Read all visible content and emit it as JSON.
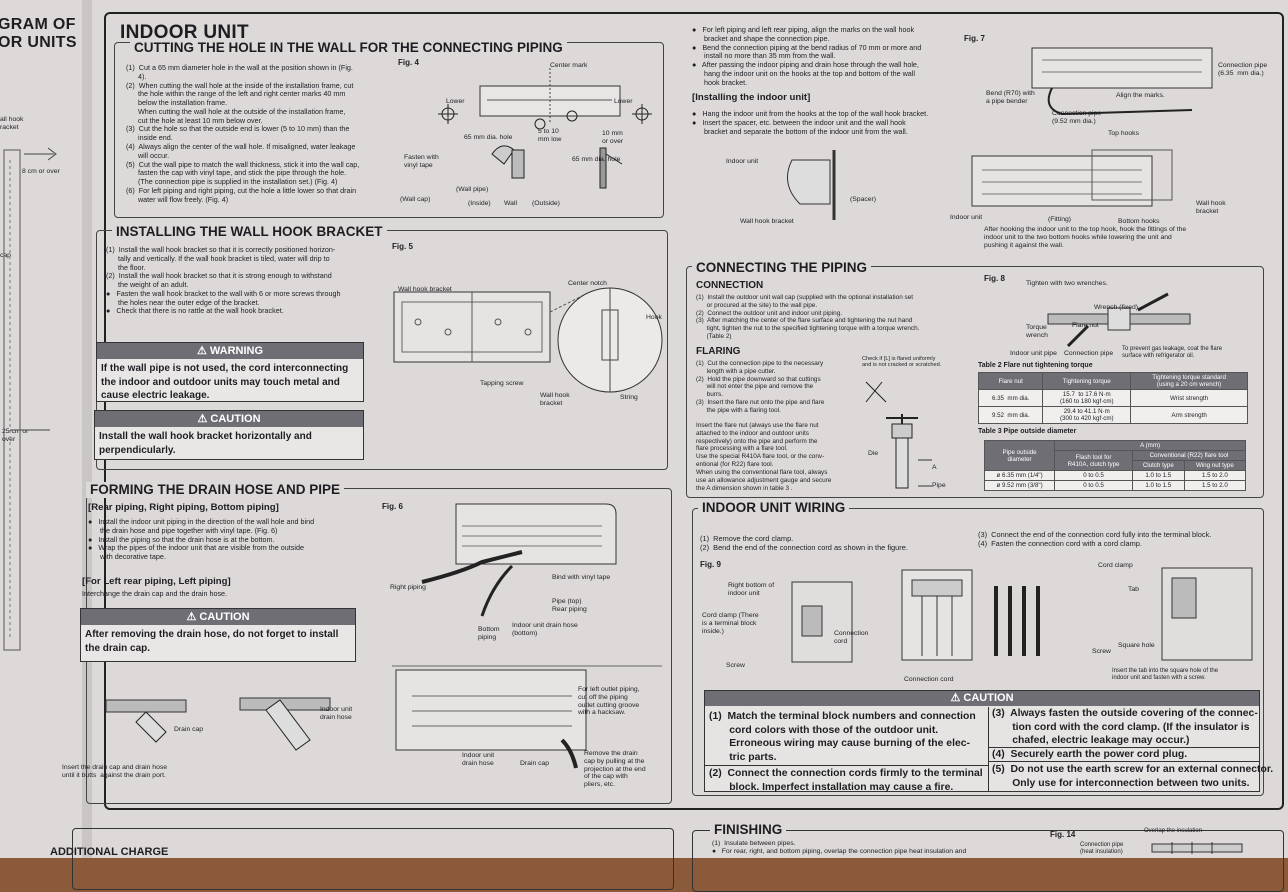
{
  "left_strip": {
    "title_l1": "GRAM OF",
    "title_l2": "OR UNITS",
    "lbl_hook": "all hook\nracket",
    "lbl_8cm": "8 cm or over",
    "lbl_25cm": "25 cm or\nover",
    "lbl_cap": "cap"
  },
  "indoor": {
    "title": "INDOOR UNIT",
    "cutting": {
      "heading": "CUTTING THE HOLE IN THE WALL FOR THE CONNECTING PIPING",
      "text": "(1)  Cut a 65 mm diameter hole in the wall at the position shown in (Fig.\n      4).\n(2)  When cutting the wall hole at the inside of the installation frame, cut\n      the hole within the range of the left and right center marks 40 mm\n      below the installation frame.\n      When cutting the wall hole at the outside of the installation frame,\n      cut the hole at least 10 mm below over.\n(3)  Cut the hole so that the outside end is lower (5 to 10 mm) than the\n      inside end.\n(4)  Always align the center of the wall hole. If misaligned, water leakage\n      will occur.\n(5)  Cut the wall pipe to match the wall thickness, stick it into the wall cap,\n      fasten the cap with vinyl tape, and stick the pipe through the hole.\n      (The connection pipe is supplied in the installation set.) (Fig. 4)\n(6)  For left piping and right piping, cut the hole a little lower so that drain\n      water will flow freely. (Fig. 4)",
      "fig": "Fig. 4",
      "labels": {
        "center_mark": "Center mark",
        "lower_l": "Lower",
        "lower_r": "Lower",
        "dia_65": "65 mm dia. hole",
        "five_ten": "5 to 10\nmm low",
        "ten_mm": "10 mm\nor over",
        "dia_65b": "65 mm dia. hole",
        "fasten": "Fasten with\nvinyl tape",
        "wall_pipe": "(Wall pipe)",
        "wall_cap": "(Wall cap)",
        "inside": "(Inside)",
        "wall": "Wall",
        "outside": "(Outside)"
      }
    },
    "hook": {
      "heading": "INSTALLING THE WALL HOOK BRACKET",
      "text": "(1)  Install the wall hook bracket so that it is correctly positioned horizon-\n      tally and vertically. If the wall hook bracket is tiled, water will drip to\n      the floor.\n(2)  Install the wall hook bracket so that it is strong enough to withstand\n      the weight of an adult.\n●   Fasten the wall hook bracket to the wall with 6 or more screws through\n      the holes near the outer edge of the bracket.\n●   Check that there is no rattle at the wall hook bracket.",
      "warning_head": "⚠ WARNING",
      "warning_body": "If the wall pipe is not used, the cord interconnecting\nthe indoor and outdoor units may touch metal and\ncause electric leakage.",
      "caution_head": "⚠ CAUTION",
      "caution_body": "Install the wall hook bracket horizontally and\nperpendicularly.",
      "fig": "Fig. 5",
      "labels": {
        "bracket": "Wall hook bracket",
        "center_notch": "Center notch",
        "hook": "Hook",
        "tapping": "Tapping screw",
        "wall_hook": "Wall hook\nbracket",
        "string": "String"
      }
    },
    "drain": {
      "heading": "FORMING THE DRAIN HOSE AND PIPE",
      "sub1": "[Rear piping, Right piping, Bottom piping]",
      "text1": "●   Install the indoor unit piping in the direction of the wall hole and bind\n      the drain hose and pipe together with vinyl tape. (Fig. 6)\n●   Install the piping so that the drain hose is at the bottom.\n●   Wrap the pipes of the indoor unit that are visible from the outside\n      with decorative tape.",
      "sub2": "[For Left rear piping, Left piping]",
      "text2": "Interchange the drain cap and the drain hose.",
      "caution_head": "⚠ CAUTION",
      "caution_body": "After removing the drain hose, do not forget to install\nthe drain cap.",
      "fig": "Fig. 6",
      "labels": {
        "right_piping": "Right piping",
        "bind": "Bind with vinyl tape",
        "pipe_top": "Pipe (top)\nRear piping",
        "bottom": "Bottom\npiping",
        "drain_hose": "Indoor unit drain hose\n(bottom)",
        "drain_cap": "Drain cap",
        "indoor_drain": "Indoor unit\ndrain hose",
        "insert": "Insert the drain cap and drain hose\nuntil it butts  against the drain port.",
        "indoor_drain2": "Indoor unit\ndrain hose",
        "drain_cap2": "Drain cap",
        "left_outlet": "For left outlet piping,\ncut off the piping\noutlet cutting groove\nwith a hacksaw.",
        "remove": "Remove the drain\ncap by pulling at the\nprojection at the end\nof the cap with\npliers, etc."
      }
    }
  },
  "right": {
    "top_text": "●   For left piping and left rear piping, align the marks on the wall hook\n      bracket and shape the connection pipe.\n●   Bend the connection piping at the bend radius of 70 mm or more and\n      install no more than 35 mm from the wall.\n●   After passing the indoor piping and drain hose through the wall hole,\n      hang the indoor unit on the hooks at the top and bottom of the wall\n      hook bracket.",
    "fig7": "Fig. 7",
    "fig7_labels": {
      "conn_pipe": "Connection pipe\n(6.35  mm dia.)",
      "bend": "Bend (R70) with\na pipe bender",
      "align": "Align the marks.",
      "conn_pipe2": "Connection pipe\n(9.52 mm dia.)"
    },
    "install_head": "[Installing the indoor unit]",
    "install_text": "●   Hang the indoor unit from the hooks at the top of the wall hook bracket.\n●   Insert the spacer, etc. between the indoor unit and the wall hook\n      bracket and separate the bottom of the indoor unit from the wall.",
    "install_labels": {
      "indoor_unit": "Indoor unit",
      "spacer": "(Spacer)",
      "bracket": "Wall hook bracket",
      "top_hooks": "Top hooks",
      "indoor_unit2": "Indoor unit",
      "fitting": "(Fitting)",
      "bottom_hooks": "Bottom hooks",
      "wall_hook": "Wall hook\nbracket",
      "after": "After hooking the indoor unit to the top hook, hook the fittings of the\nindoor unit to the two bottom hooks while lowering the unit and\npushing it against the wall."
    },
    "piping": {
      "heading": "CONNECTING THE PIPING",
      "conn_head": "CONNECTION",
      "conn_text": "(1)  Install the outdoor unit wall cap (supplied with the optional installation set\n      or procured at the site) to the wall pipe.\n(2)  Connect the outdoor unit and indoor unit piping.\n(3)  After matching the center of the flare surface and tightening the nut hand\n      tight, tighten the nut to the specified tightening torque with a torque wrench.\n      (Table 2)",
      "fig8": "Fig. 8",
      "fig8_labels": {
        "two_wrenches": "Tighten with two wrenches.",
        "wrench_fixed": "Wrench (fixed)",
        "torque": "Torque\nwrench",
        "flare_nut": "Flare nut",
        "indoor_pipe": "Indoor unit pipe",
        "conn_pipe": "Connection pipe",
        "prevent": "To prevent gas leakage, coat the flare\nsurface with refrigerator oil."
      },
      "flaring_head": "FLARING",
      "flaring_text": "(1)  Cut the connection pipe to the necessary\n      length with a pipe cutter.\n(2)  Hold the pipe downward so that cuttings\n      will not enter the pipe and remove the\n      burrs.\n(3)  Insert the flare nut onto the pipe and flare\n      the pipe with a flaring tool.",
      "flaring_text2": "Insert the flare nut (always use the flare nut\nattached to the indoor and outdoor units\nrespectively) onto the pipe and perform the\nflare processing with a flare tool.\nUse the special R410A flare tool, or the conv-\nentional (for R22) flare tool.\nWhen using the conventional flare tool, always\nuse an allowance adjustment gauge and secure\nthe A dimension shown in table 3 .",
      "check": "Check if [L] is flared uniformly\nand is not cracked or scratched.",
      "die": "Die",
      "pipe": "Pipe",
      "a": "A",
      "table2_title": "Table 2   Flare nut tightening torque",
      "table2_header": [
        "Flare nut",
        "Tightening torque",
        "Tightening torque standard\n(using a 20 cm wrench)"
      ],
      "table2_rows": [
        [
          "6.35  mm dia.",
          "15.7  to 17.6 N·m\n(160 to 180 kgf·cm)",
          "Wrist strength"
        ],
        [
          "9.52  mm dia.",
          "29.4 to 41.1 N·m\n(300 to 420 kgf·cm)",
          "Arm strength"
        ]
      ],
      "table3_title": "Table 3   Pipe outside diameter",
      "table3_header_a": "A (mm)",
      "table3_header": [
        "Pipe outside\ndiameter",
        "Flash tool for\nR410A, clutch type",
        "Conventional (R22) flare tool",
        "Clutch type",
        "Wing nut type"
      ],
      "table3_rows": [
        [
          "ø 6.35 mm (1/4\")",
          "0 to 0.5",
          "1.0 to 1.5",
          "1.5 to 2.0"
        ],
        [
          "ø 9.52 mm (3/8\")",
          "0 to 0.5",
          "1.0 to 1.5",
          "1.5 to 2.0"
        ]
      ]
    },
    "wiring": {
      "heading": "INDOOR UNIT WIRING",
      "text_l": "(1)  Remove the cord clamp.\n(2)  Bend the end of the connection cord as shown in the figure.",
      "text_r": "(3)  Connect the end of the connection cord fully into the terminal block.\n(4)  Fasten the connection cord with a cord clamp.",
      "fig9": "Fig. 9",
      "labels": {
        "right_bottom": "Right bottom of\nindoor unit",
        "cord_clamp": "Cord clamp (There\nis a terminal block\ninside.)",
        "screw": "Screw",
        "conn_cord": "Connection\ncord",
        "conn_cord2": "Connection cord",
        "cord_clamp2": "Cord clamp",
        "tab": "Tab",
        "screw2": "Screw",
        "square": "Square hole",
        "insert_tab": "Insert the tab into the square hole of the\nindoor unit and fasten with a screw."
      },
      "caution_head": "⚠ CAUTION",
      "caution_items": [
        "(1)  Match the terminal block numbers and connection\n       cord colors with those of the outdoor unit.\n       Erroneous wiring may cause burning of the elec-\n       tric parts.",
        "(2)  Connect the connection cords firmly to the terminal\n       block. Imperfect installation may cause a fire.",
        "(3)  Always fasten the outside covering of the connec-\n       tion cord with the cord clamp. (If the insulator is\n       chafed, electric leakage may occur.)",
        "(4)  Securely earth the power cord plug.",
        "(5)  Do not use the earth screw for an external connector.\n       Only use for interconnection between two units."
      ]
    },
    "finishing": {
      "heading": "FINISHING",
      "text": "(1)  Insulate between pipes.\n●   For rear, right, and bottom piping, overlap the connection pipe heat insulation and",
      "fig14": "Fig. 14",
      "overlap": "Overlap the insulation",
      "conn_pipe": "Connection pipe\n(heat insulation)"
    }
  },
  "bottom_left": {
    "heading": "ADDITIONAL CHARGE"
  }
}
